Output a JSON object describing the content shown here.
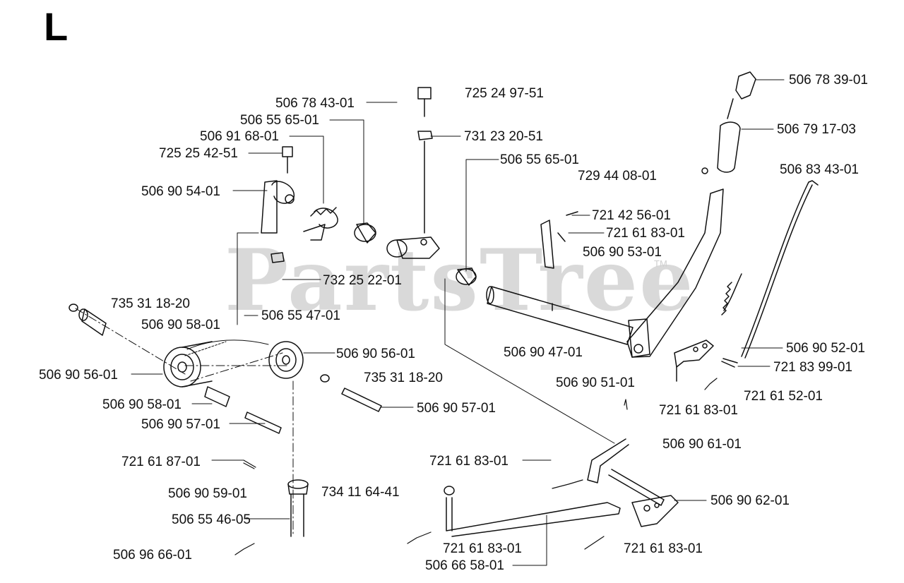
{
  "section_letter": "L",
  "watermark": "PartsTree",
  "watermark_tm": "TM",
  "part_labels": [
    "506 78 39-01",
    "506 79 17-03",
    "506 83 43-01",
    "725 24 97-51",
    "506 78 43-01",
    "731 23 20-51",
    "506 55 65-01",
    "506 91 68-01",
    "725 25 42-51",
    "506 55 65-01",
    "729 44 08-01",
    "506 90 54-01",
    "721 42 56-01",
    "721 61 83-01",
    "506 90 53-01",
    "732 25 22-01",
    "735 31 18-20",
    "506 55 47-01",
    "506 90 58-01",
    "506 90 47-01",
    "506 90 52-01",
    "506 90 56-01",
    "506 90 56-01",
    "721 83 99-01",
    "735 31 18-20",
    "506 90 51-01",
    "721 61 52-01",
    "506 90 58-01",
    "506 90 57-01",
    "721 61 83-01",
    "506 90 57-01",
    "506 90 61-01",
    "721 61 87-01",
    "721 61 83-01",
    "506 90 59-01",
    "734 11 64-41",
    "506 90 62-01",
    "506 55 46-05",
    "721 61 83-01",
    "721 61 83-01",
    "506 96 66-01",
    "506 66 58-01"
  ]
}
